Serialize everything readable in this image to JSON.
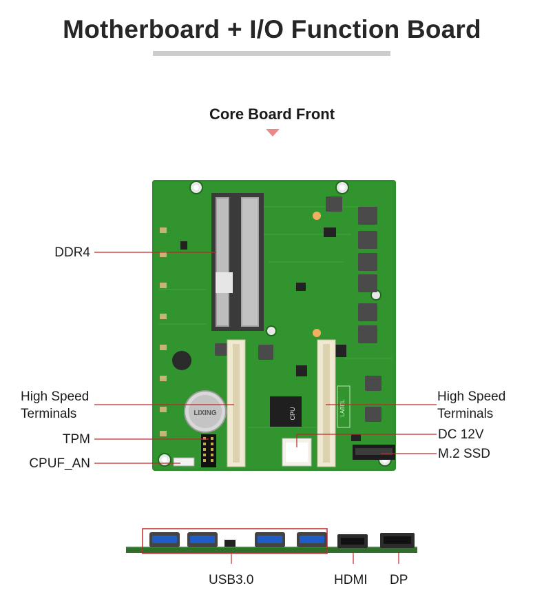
{
  "header": {
    "title": "Motherboard + I/O Function Board",
    "subtitle": "Core Board Front"
  },
  "board_text": {
    "label_silk": "LABEL",
    "cpu_silk": "CPU",
    "battery_silk": "LIXING"
  },
  "callouts": {
    "ddr4": "DDR4",
    "high_speed_left_1": "High Speed",
    "high_speed_left_2": "Terminals",
    "tpm": "TPM",
    "cpufan": "CPUF_AN",
    "high_speed_right_1": "High Speed",
    "high_speed_right_2": "Terminals",
    "dc12v": "DC 12V",
    "m2ssd": "M.2 SSD",
    "usb30": "USB3.0",
    "hdmi": "HDMI",
    "dp": "DP"
  },
  "colors": {
    "pcb_green": "#2f8f2e",
    "callout_line": "#c0282a",
    "usb_blue": "#1e5cc8",
    "accent_pink": "#e88888"
  }
}
